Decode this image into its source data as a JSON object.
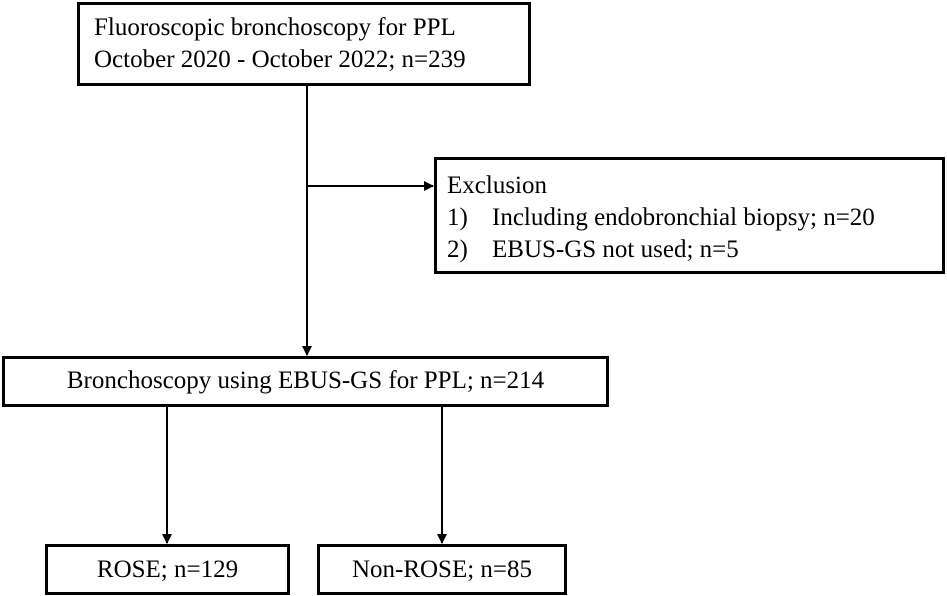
{
  "top_box": {
    "line1": "Fluoroscopic bronchoscopy for PPL",
    "line2": "October 2020 - October 2022; n=239"
  },
  "exclusion_box": {
    "title": "Exclusion",
    "items": [
      {
        "num": "1)",
        "text": "Including endobronchial biopsy; n=20"
      },
      {
        "num": "2)",
        "text": "EBUS-GS not used; n=5"
      }
    ]
  },
  "middle_box": {
    "text": "Bronchoscopy using EBUS-GS for PPL; n=214"
  },
  "rose_box": {
    "text": "ROSE; n=129"
  },
  "nonrose_box": {
    "text": "Non-ROSE; n=85"
  }
}
